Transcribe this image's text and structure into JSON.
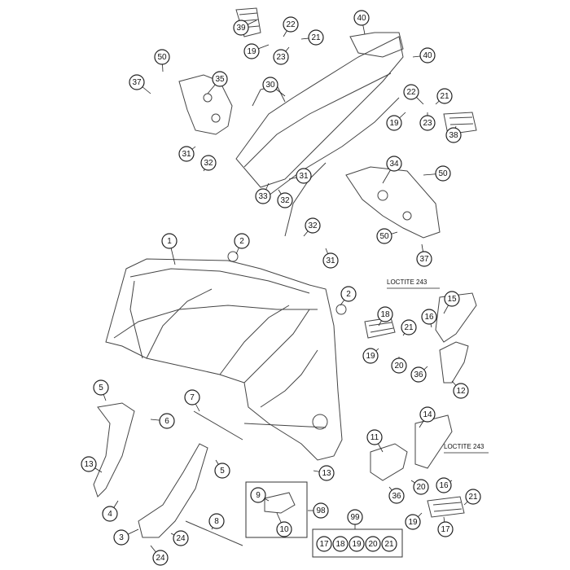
{
  "notes": [
    "LOCTITE 243",
    "LOCTITE 243"
  ],
  "callouts": {
    "frame_upper": [
      "39",
      "22",
      "21",
      "40",
      "19",
      "23",
      "50",
      "40",
      "37",
      "35",
      "30",
      "22",
      "21",
      "19",
      "23",
      "38",
      "31",
      "32",
      "34",
      "50",
      "33",
      "31",
      "32",
      "32",
      "50",
      "31",
      "37"
    ],
    "frame_main": [
      "1",
      "2",
      "2",
      "15",
      "18",
      "16",
      "21",
      "19",
      "20",
      "36",
      "12",
      "5",
      "7",
      "6",
      "13",
      "4",
      "5",
      "13",
      "11",
      "14",
      "3",
      "8",
      "24",
      "24",
      "9",
      "10",
      "98",
      "99",
      "36",
      "20",
      "16",
      "21",
      "19",
      "17"
    ],
    "kit_row": [
      "17",
      "18",
      "19",
      "20",
      "21"
    ]
  }
}
